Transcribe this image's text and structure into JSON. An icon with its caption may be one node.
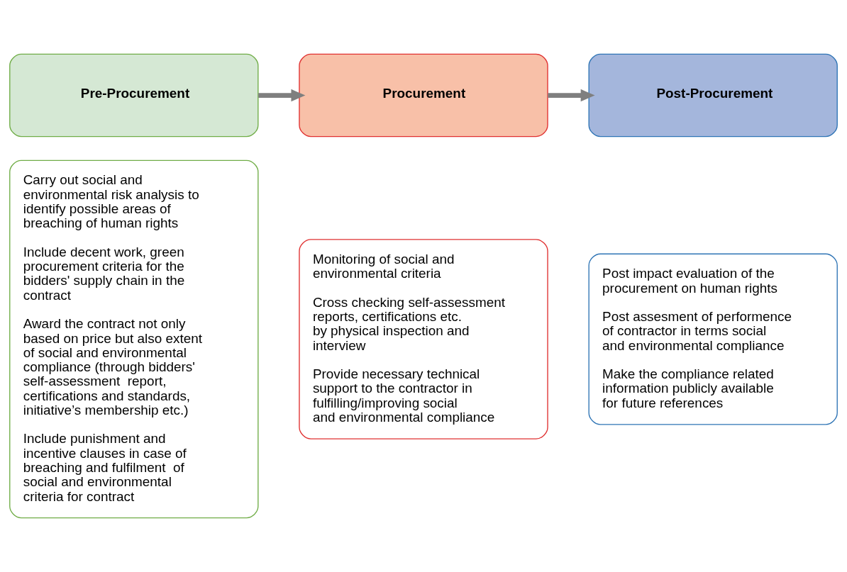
{
  "diagram": {
    "nodes": [
      {
        "text": [
          "Pre-Procurement"
        ]
      },
      {
        "text": [
          "Procurement"
        ]
      },
      {
        "text": [
          "Post-Procurement"
        ]
      },
      {
        "text": [
          "Carry out social and environmental risk analysis to identify possible areas of breaching of human rights",
          "Include decent work, green procurement criteria for the bidders' supply chain in the contract",
          "Award the contract not only based on price but also extent of social and environmental compliance (through bidders' self-assessment  report, certifications and standards, initiative’s membership etc.)",
          "Include punishment and incentive clauses in case of breaching and fulfilment  of social and environmental criteria for contract"
        ]
      },
      {
        "text": [
          "Monitoring of social and environmental criteria",
          "Cross checking self-assessment reports, certifications etc. by physical inspection and interview",
          "Provide necessary technical support to the contractor in fulfilling/improving social and environmental compliance"
        ]
      },
      {
        "text": [
          "Post impact evaluation of the procurement on human rights",
          "Post assesment of performence of contractor in terms social and environmental compliance",
          "Make the compliance related information publicly available for future references"
        ]
      }
    ],
    "edges": [
      {
        "from": 0,
        "to": 1,
        "arrow": "to"
      },
      {
        "from": 1,
        "to": 2,
        "arrow": "to"
      }
    ]
  }
}
